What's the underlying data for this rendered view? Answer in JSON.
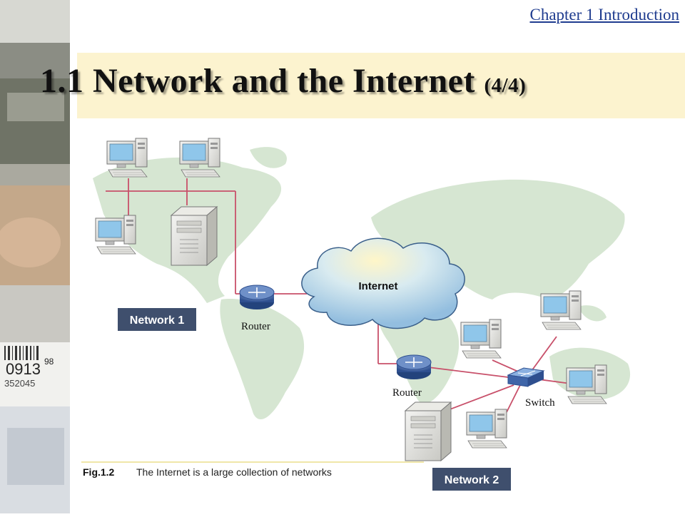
{
  "header": {
    "chapter_link": "Chapter 1  Introduction",
    "title_main": "1.1  Network and the Internet ",
    "title_sub": "(4/4)"
  },
  "diagram": {
    "cloud_label": "Internet",
    "router_1_label": "Router",
    "router_2_label": "Router",
    "switch_label": "Switch",
    "network_1_label": "Network 1",
    "network_2_label": "Network 2"
  },
  "caption": {
    "fig_number": "Fig.1.2",
    "text": "The Internet is a large collection of networks"
  },
  "left_strip_text": {
    "barcode_number": "0913",
    "barcode_digits": "352045",
    "small_number": "98"
  },
  "colors": {
    "title_band": "#fcf3cf",
    "chapter_link": "#1f3c8f",
    "map_land": "#d6e6d2",
    "link_line": "#c8506a",
    "label_box": "#3f4f6d",
    "cloud_fill": "#bcd8ec",
    "router_fill": "#3f65a8"
  }
}
